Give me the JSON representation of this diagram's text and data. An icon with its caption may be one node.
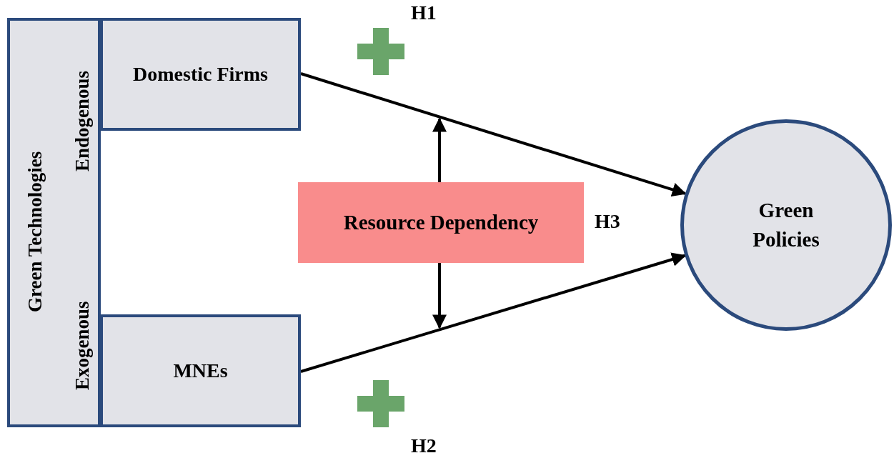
{
  "diagram": {
    "nodes": [
      {
        "text": [
          "Green Technologies",
          "Endogenous",
          "Exogenous"
        ]
      },
      {
        "text": [
          "Domestic Firms"
        ]
      },
      {
        "text": [
          "MNEs"
        ]
      },
      {
        "text": [
          "Resource Dependency"
        ],
        "beside": [
          "H3"
        ]
      },
      {
        "text": [
          "Green Policies"
        ]
      }
    ],
    "edges": [
      {
        "from": 1,
        "to": 4,
        "arrow": "to"
      },
      {
        "from": 2,
        "to": 4,
        "arrow": "to"
      },
      {
        "from": 3,
        "to": null,
        "arrow": "to"
      },
      {
        "from": 3,
        "to": null,
        "arrow": "to"
      }
    ],
    "labels": [
      "H1",
      "H2"
    ]
  }
}
